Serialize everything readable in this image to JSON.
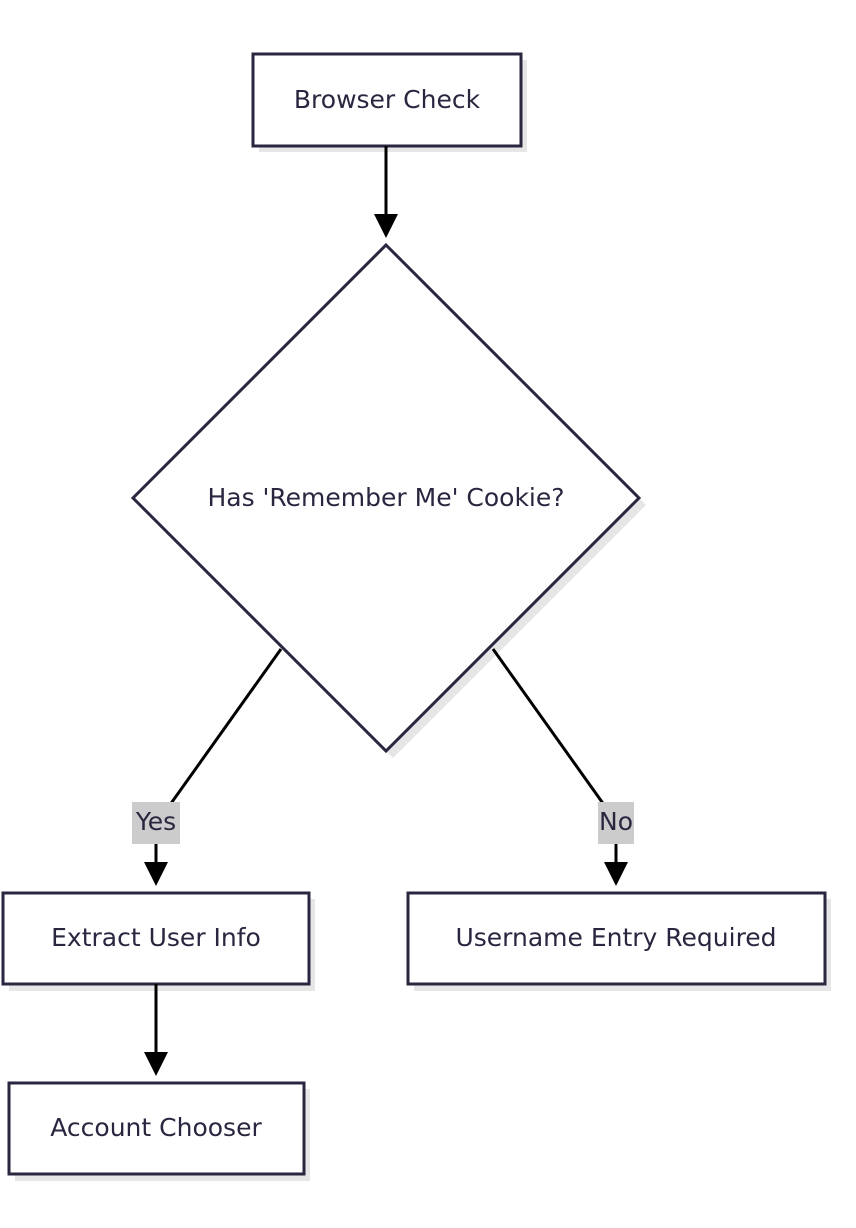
{
  "diagram": {
    "type": "flowchart",
    "nodes": {
      "browser_check": "Browser Check",
      "decision": "Has 'Remember Me' Cookie?",
      "extract": "Extract User Info",
      "username": "Username Entry Required",
      "chooser": "Account Chooser"
    },
    "edges": {
      "yes_label": "Yes",
      "no_label": "No"
    }
  }
}
